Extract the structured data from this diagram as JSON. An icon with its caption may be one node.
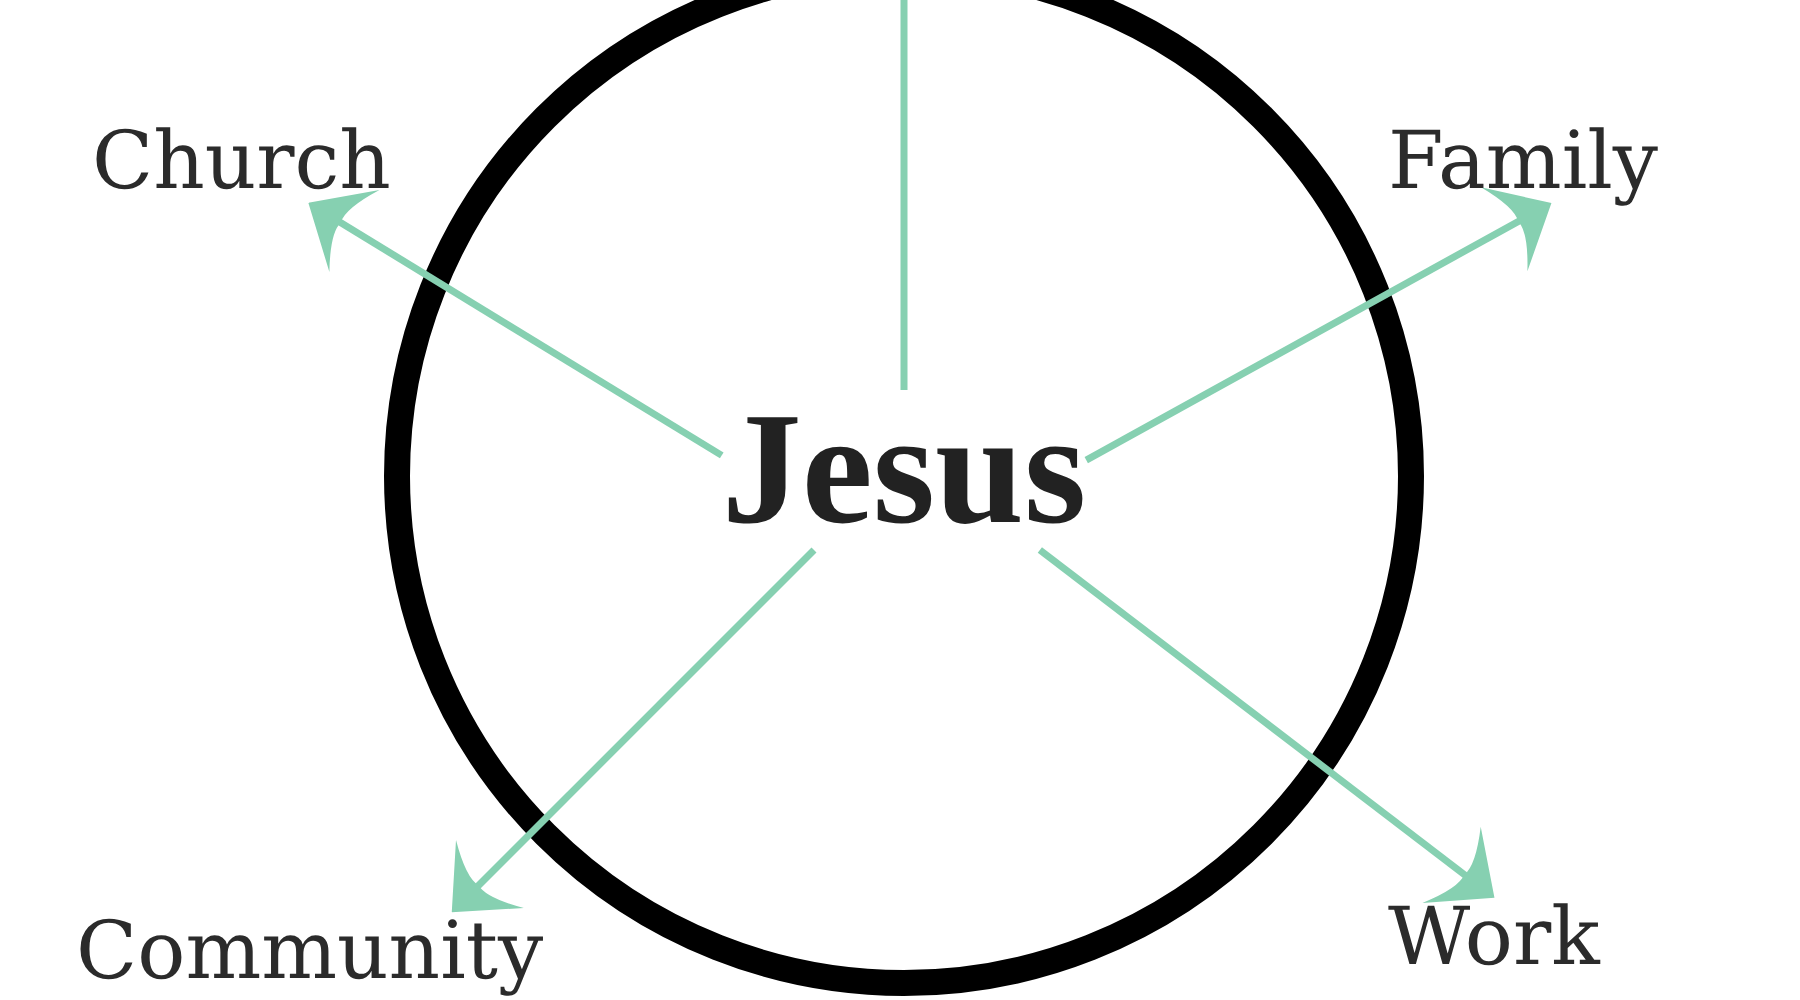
{
  "diagram": {
    "nodes": [
      {
        "text": [],
        "shape": "circle"
      },
      {
        "text": [
          "Jesus"
        ],
        "in": 0
      },
      {
        "text": [
          "Church"
        ]
      },
      {
        "text": [
          "Family"
        ]
      },
      {
        "text": [
          "Community"
        ]
      },
      {
        "text": [
          "Work"
        ]
      }
    ],
    "edges": [
      {
        "from": 1,
        "to": null,
        "arrow": "none"
      },
      {
        "from": 1,
        "to": 2,
        "arrow": "to"
      },
      {
        "from": 1,
        "to": 3,
        "arrow": "to"
      },
      {
        "from": 1,
        "to": 4,
        "arrow": "to"
      },
      {
        "from": 1,
        "to": 5,
        "arrow": "to"
      }
    ]
  }
}
